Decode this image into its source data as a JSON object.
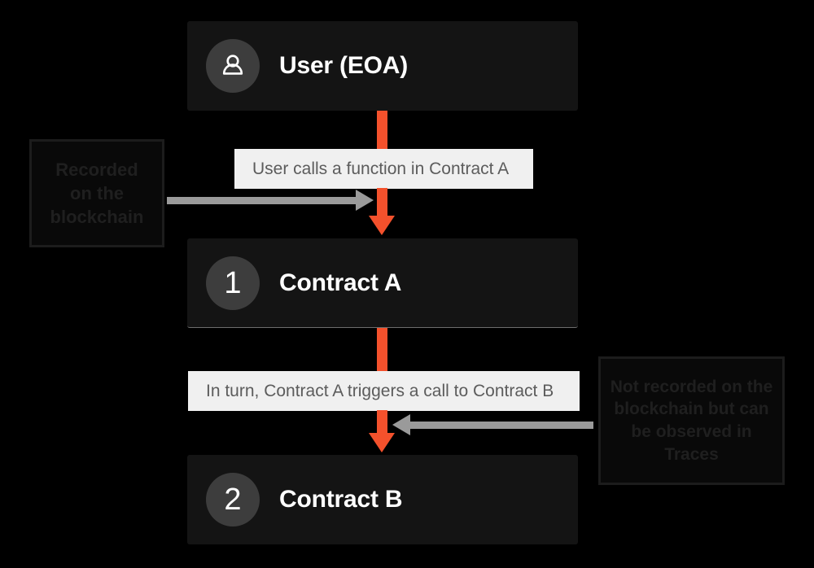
{
  "diagram": {
    "title": "Contract call flow",
    "background_color": "#000000",
    "accent_color": "#f4512c",
    "gray_arrow_color": "#9a9a9a",
    "node_bg_color": "#141414",
    "caption_bg_color": "#f0f0f0"
  },
  "nodes": [
    {
      "id": "user",
      "badge_type": "user-icon",
      "badge_text": "",
      "label": "User (EOA)"
    },
    {
      "id": "contract-a",
      "badge_type": "number",
      "badge_text": "1",
      "label": "Contract A"
    },
    {
      "id": "contract-b",
      "badge_type": "number",
      "badge_text": "2",
      "label": "Contract B"
    }
  ],
  "captions": [
    {
      "id": "caption-1",
      "text": "User calls a function in Contract A"
    },
    {
      "id": "caption-2",
      "text": "In turn, Contract A triggers a call to Contract B"
    }
  ],
  "annotations": {
    "left": {
      "lines": [
        "Recorded",
        "on the",
        "blockchain"
      ],
      "full_text": "Recorded on the blockchain"
    },
    "right": {
      "lines": [
        "Not recorded on the",
        "blockchain but can",
        "be observed in",
        "Traces"
      ],
      "full_text": "Not recorded on the blockchain but can be observed in Traces"
    }
  }
}
